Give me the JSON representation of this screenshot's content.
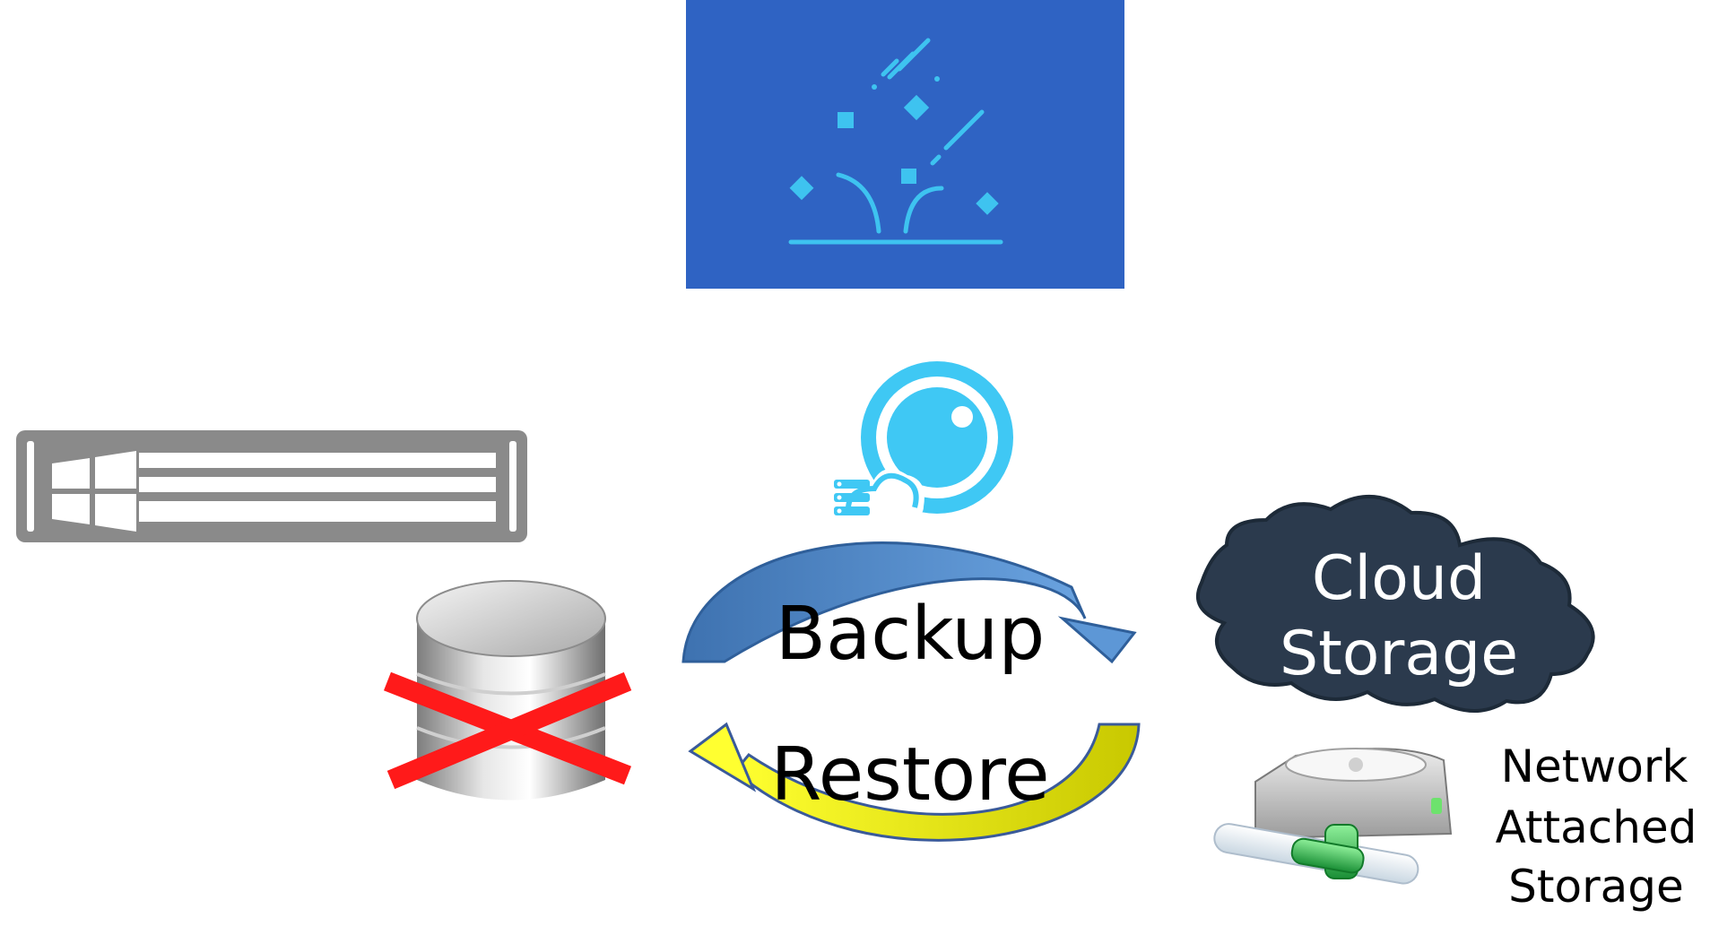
{
  "labels": {
    "backup": "Backup",
    "restore": "Restore",
    "cloud_line1": "Cloud",
    "cloud_line2": "Storage",
    "nas_line1": "Network",
    "nas_line2": "Attached",
    "nas_line3": "Storage"
  },
  "icons": {
    "top_logo": "data-drop-icon",
    "windows_server": "windows-server-icon",
    "database": "database-icon",
    "failure_mark": "red-x-icon",
    "backup_agent": "cloud-eye-icon",
    "cloud": "cloud-icon",
    "nas": "network-drive-icon"
  },
  "colors": {
    "logo_bg": "#2f63c3",
    "logo_fg": "#3ec3f0",
    "server_gray": "#8a8a8a",
    "backup_arrow": "#4a7fc0",
    "restore_arrow": "#f2f21a",
    "failure_x": "#ff1a1a",
    "cloud_fill": "#2b3a4d",
    "eye_blue": "#3fc8f4",
    "nas_green": "#2aa54a"
  }
}
